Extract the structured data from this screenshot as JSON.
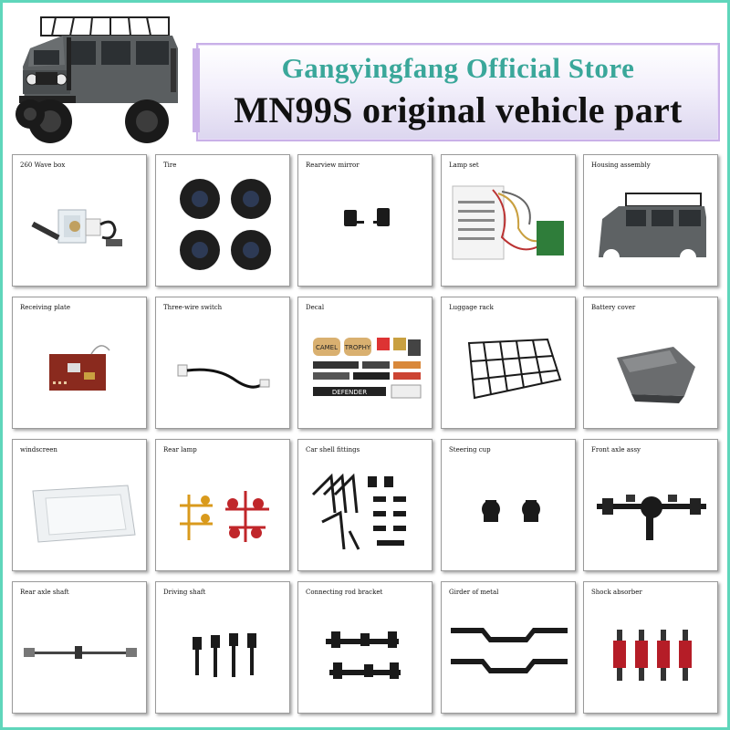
{
  "header": {
    "store_name": "Gangyingfang Official Store",
    "headline": "MN99S original vehicle part"
  },
  "parts": [
    {
      "label": "260 Wave box",
      "icon": "gearbox-icon"
    },
    {
      "label": "Tire",
      "icon": "tire-icon"
    },
    {
      "label": "Rearview mirror",
      "icon": "mirror-icon"
    },
    {
      "label": "Lamp set",
      "icon": "lamp-set-icon"
    },
    {
      "label": "Housing assembly",
      "icon": "car-body-icon"
    },
    {
      "label": "Receiving plate",
      "icon": "circuit-board-icon"
    },
    {
      "label": "Three-wire switch",
      "icon": "switch-cable-icon"
    },
    {
      "label": "Decal",
      "icon": "decal-sheet-icon"
    },
    {
      "label": "Luggage rack",
      "icon": "roof-rack-icon"
    },
    {
      "label": "Battery cover",
      "icon": "battery-cover-icon"
    },
    {
      "label": "windscreen",
      "icon": "windscreen-icon"
    },
    {
      "label": "Rear lamp",
      "icon": "rear-lamp-icon"
    },
    {
      "label": "Car shell fittings",
      "icon": "shell-fittings-icon"
    },
    {
      "label": "Steering cup",
      "icon": "steering-cup-icon"
    },
    {
      "label": "Front axle assy",
      "icon": "front-axle-icon"
    },
    {
      "label": "Rear axle shaft",
      "icon": "rear-axle-icon"
    },
    {
      "label": "Driving shaft",
      "icon": "drive-shaft-icon"
    },
    {
      "label": "Connecting rod bracket",
      "icon": "rod-bracket-icon"
    },
    {
      "label": "Girder of metal",
      "icon": "metal-girder-icon"
    },
    {
      "label": "Shock absorber",
      "icon": "shock-absorber-icon"
    }
  ],
  "decal_text": {
    "camel": "CAMEL",
    "trophy": "TROPHY",
    "defender": "DEFENDER"
  },
  "colors": {
    "border_accent": "#5fd6bb",
    "store_name": "#3aa79a",
    "banner_border": "#c9b0e8",
    "body_gray": "#5a5e60",
    "board_red": "#8a2a1e",
    "rear_lamp_red": "#c0262a",
    "rear_lamp_amber": "#d99a1c",
    "shock_red": "#b51d27"
  }
}
